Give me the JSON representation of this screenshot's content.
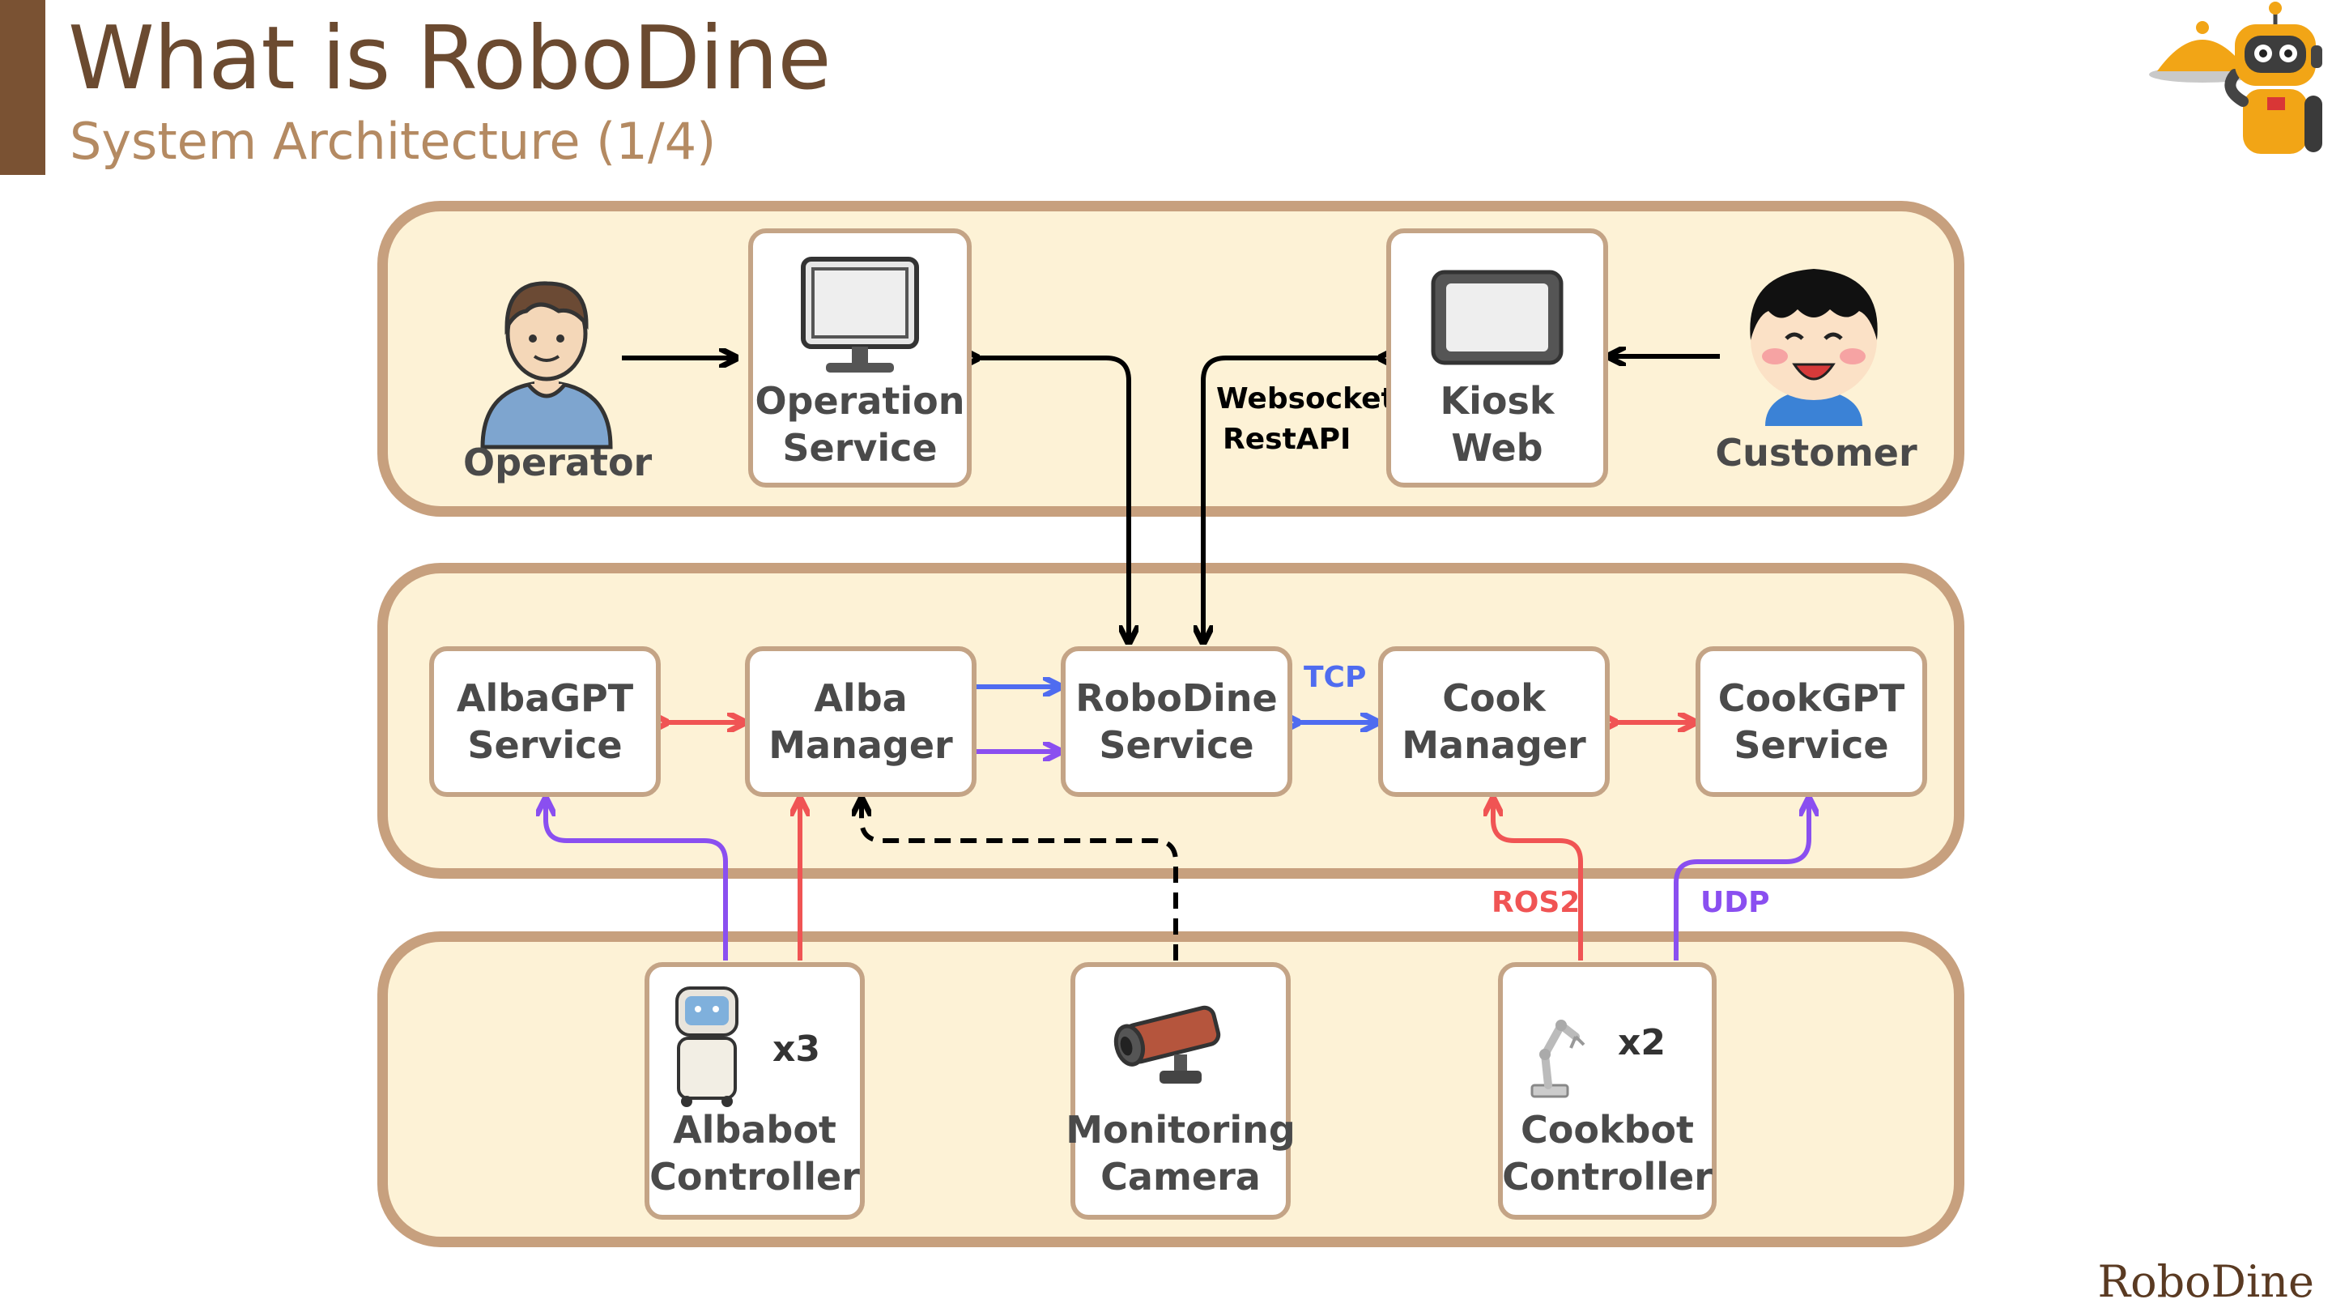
{
  "header": {
    "title": "What is RoboDine",
    "subtitle": "System Architecture (1/4)"
  },
  "footer": {
    "brand": "RoboDine"
  },
  "colors": {
    "accent": "#7a5233",
    "layer_fill": "#fdf2d6",
    "layer_border": "#c7a07e",
    "red": "#f05454",
    "blue": "#4f6cf0",
    "purple": "#8a4ff0",
    "black": "#000000"
  },
  "actors": {
    "operator": "Operator",
    "customer": "Customer"
  },
  "nodes": {
    "operation_service": [
      "Operation",
      "Service"
    ],
    "kiosk_web": [
      "Kiosk",
      "Web"
    ],
    "albagpt_service": [
      "AlbaGPT",
      "Service"
    ],
    "alba_manager": [
      "Alba",
      "Manager"
    ],
    "robodine_service": [
      "RoboDine",
      "Service"
    ],
    "cook_manager": [
      "Cook",
      "Manager"
    ],
    "cookgpt_service": [
      "CookGPT",
      "Service"
    ],
    "albabot_controller": [
      "Albabot",
      "Controller"
    ],
    "monitoring_camera": [
      "Monitoring",
      "Camera"
    ],
    "cookbot_controller": [
      "Cookbot",
      "Controller"
    ]
  },
  "quantities": {
    "albabot": "x3",
    "cookbot": "x2"
  },
  "edge_labels": {
    "websocket": "Websocket",
    "restapi": "RestAPI",
    "tcp": "TCP",
    "ros2": "ROS2",
    "udp": "UDP"
  },
  "icons": [
    "robot-waiter-icon",
    "operator-person-icon",
    "monitor-icon",
    "kiosk-tablet-icon",
    "customer-person-icon",
    "albabot-robot-icon",
    "security-camera-icon",
    "robot-arm-icon"
  ]
}
